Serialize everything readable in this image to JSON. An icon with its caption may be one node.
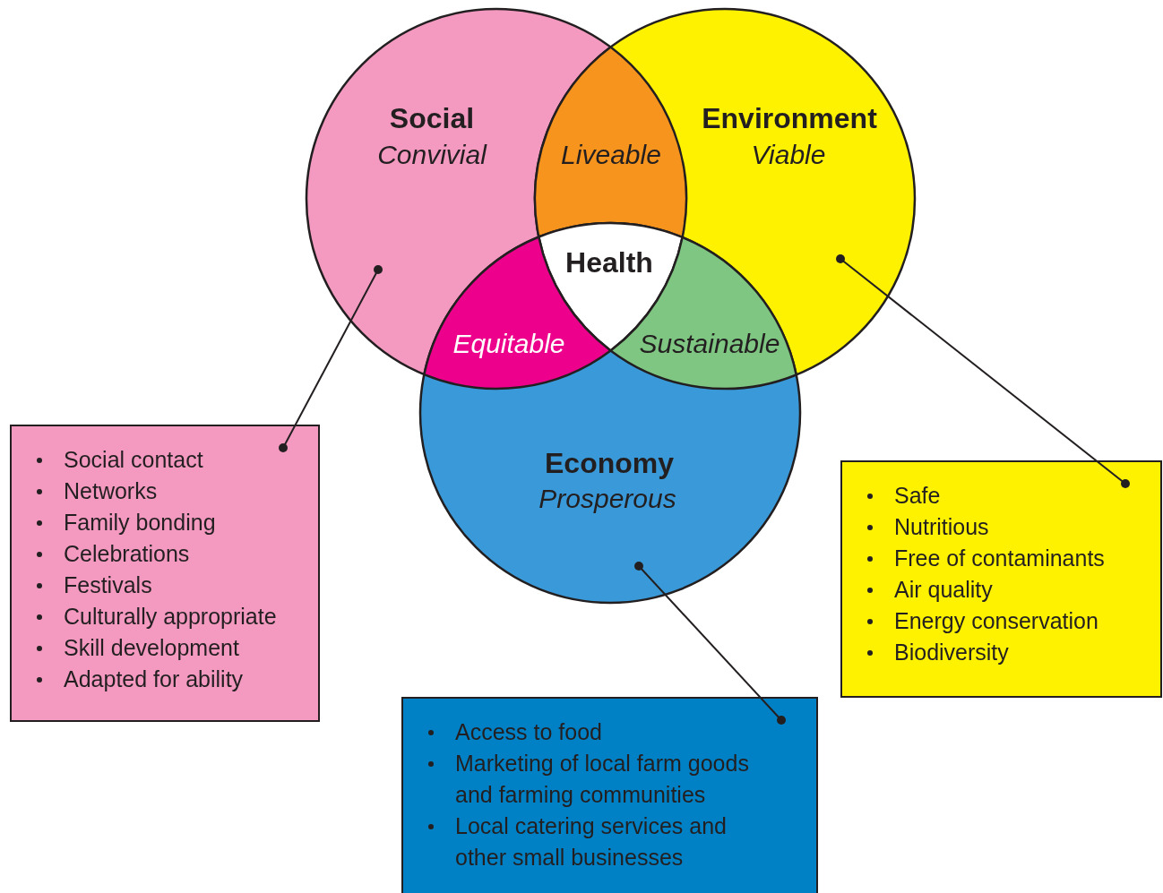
{
  "diagram": {
    "nodes": [
      {
        "text": [
          "Social",
          "Convivial"
        ]
      },
      {
        "text": [
          "Environment",
          "Viable"
        ]
      },
      {
        "text": [
          "Economy",
          "Prosperous"
        ]
      },
      {
        "text": [
          "Liveable"
        ]
      },
      {
        "text": [
          "Health"
        ]
      },
      {
        "text": [
          "Equitable"
        ]
      },
      {
        "text": [
          "Sustainable"
        ]
      },
      {
        "text": [
          "Social contact",
          "Networks",
          "Family bonding",
          "Celebrations",
          "Festivals",
          "Culturally appropriate",
          "Skill development",
          "Adapted for ability"
        ]
      },
      {
        "text": [
          "Safe",
          "Nutritious",
          "Free of contaminants",
          "Air quality",
          "Energy conservation",
          "Biodiversity"
        ]
      },
      {
        "text": [
          "Access to food",
          "Marketing of local farm goods and farming communities",
          "Local catering services and other small businesses"
        ]
      }
    ],
    "edges": [
      {
        "from": 7,
        "to": 0,
        "arrow": "other"
      },
      {
        "from": 8,
        "to": 1,
        "arrow": "other"
      },
      {
        "from": 9,
        "to": 2,
        "arrow": "other"
      }
    ]
  }
}
